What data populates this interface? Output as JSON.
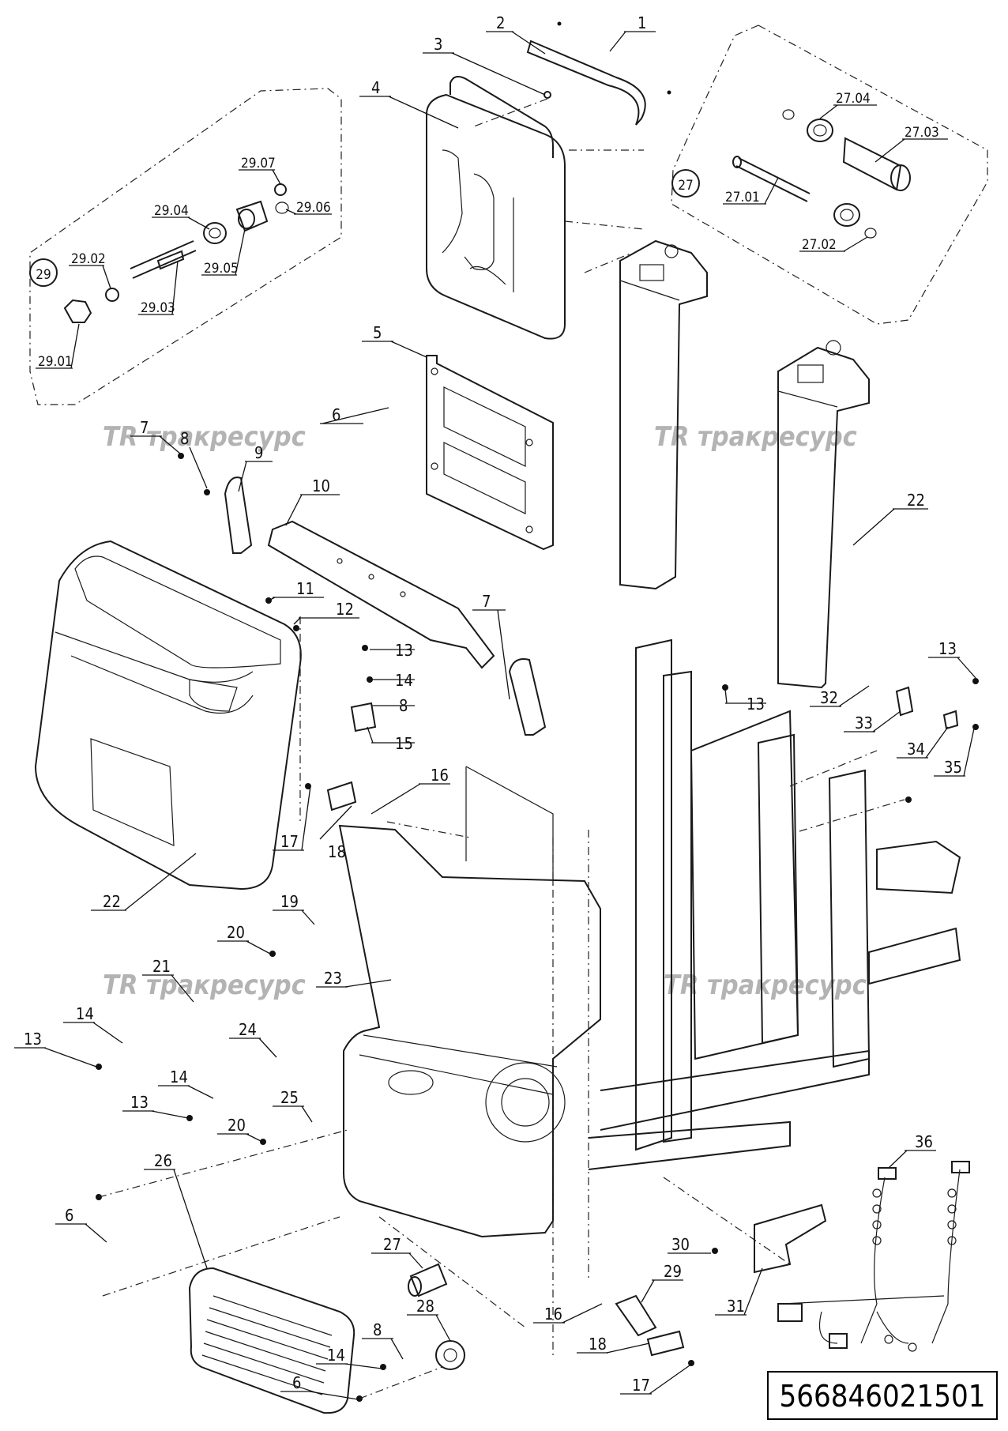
{
  "drawing_number": "566846021501",
  "watermark": "тракресурс",
  "callouts": {
    "c1": "1",
    "c2": "2",
    "c3": "3",
    "c4": "4",
    "c5": "5",
    "c6a": "6",
    "c6b": "6",
    "c6c": "6",
    "c7a": "7",
    "c7b": "7",
    "c8a": "8",
    "c8b": "8",
    "c8c": "8",
    "c9": "9",
    "c10": "10",
    "c11": "11",
    "c12": "12",
    "c13a": "13",
    "c13b": "13",
    "c13c": "13",
    "c13d": "13",
    "c13e": "13",
    "c14a": "14",
    "c14b": "14",
    "c14c": "14",
    "c14d": "14",
    "c15": "15",
    "c16a": "16",
    "c16b": "16",
    "c17a": "17",
    "c17b": "17",
    "c18a": "18",
    "c18b": "18",
    "c19": "19",
    "c20a": "20",
    "c20b": "20",
    "c21": "21",
    "c22a": "22",
    "c22b": "22",
    "c23": "23",
    "c24": "24",
    "c25": "25",
    "c26": "26",
    "c27": "27",
    "c28": "28",
    "c29": "29",
    "c30": "30",
    "c31": "31",
    "c32": "32",
    "c33": "33",
    "c34": "34",
    "c35": "35",
    "c36": "36"
  },
  "detail_27": {
    "label": "27",
    "parts": {
      "p01": "27.01",
      "p02": "27.02",
      "p03": "27.03",
      "p04": "27.04"
    }
  },
  "detail_29": {
    "label": "29",
    "parts": {
      "p01": "29.01",
      "p02": "29.02",
      "p03": "29.03",
      "p04": "29.04",
      "p05": "29.05",
      "p06": "29.06",
      "p07": "29.07"
    }
  }
}
